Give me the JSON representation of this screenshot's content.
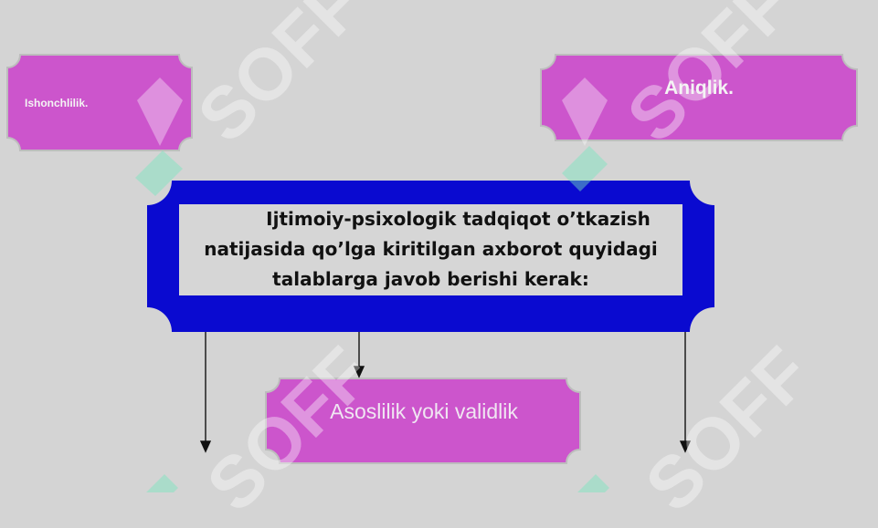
{
  "nodes": {
    "ishonchlilik": "Ishonchlilik.",
    "aniqlik": "Aniqlik.",
    "asoslilik": "Asoslilik yoki validlik",
    "main_lines": [
      "Ijtimoiy-psixologik tadqiqot o’tkazish",
      "natijasida qo’lga kiritilgan axborot quyidagi",
      "talablarga javob berishi kerak:"
    ]
  },
  "watermark": "SOFF",
  "colors": {
    "background": "#d4d4d4",
    "box_fill": "#cc55cc",
    "box_border": "#b8b8b8",
    "main_frame": "#0a0ad0",
    "arrow": "#111111"
  }
}
